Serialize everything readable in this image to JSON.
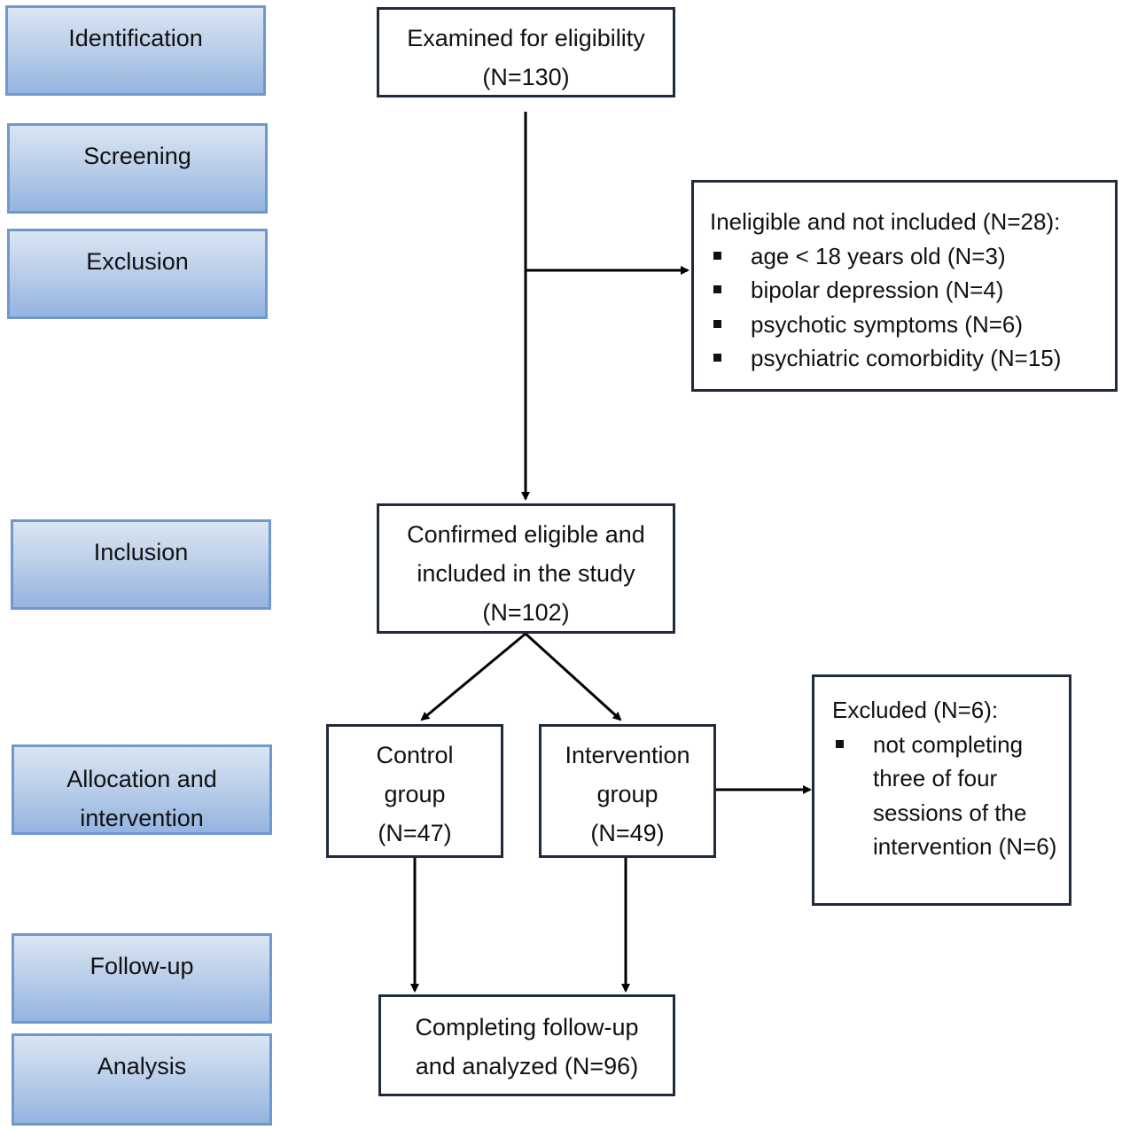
{
  "stages": {
    "identification": "Identification",
    "screening": "Screening",
    "exclusion": "Exclusion",
    "inclusion": "Inclusion",
    "allocation": [
      "Allocation and",
      "intervention"
    ],
    "followup": "Follow-up",
    "analysis": "Analysis"
  },
  "boxes": {
    "examined": [
      "Examined for eligibility",
      "(N=130)"
    ],
    "ineligible": {
      "header": "Ineligible and not included (N=28):",
      "items": [
        "age < 18 years old (N=3)",
        "bipolar depression (N=4)",
        "psychotic symptoms (N=6)",
        "psychiatric comorbidity (N=15)"
      ]
    },
    "confirmed": [
      "Confirmed eligible and",
      "included in the study",
      "(N=102)"
    ],
    "control": [
      "Control",
      "group",
      "(N=47)"
    ],
    "intervention": [
      "Intervention",
      "group",
      "(N=49)"
    ],
    "excluded": {
      "header": "Excluded (N=6):",
      "items": [
        "not completing three of four sessions of the intervention (N=6)"
      ]
    },
    "completing": [
      "Completing follow-up",
      "and analyzed (N=96)"
    ]
  }
}
